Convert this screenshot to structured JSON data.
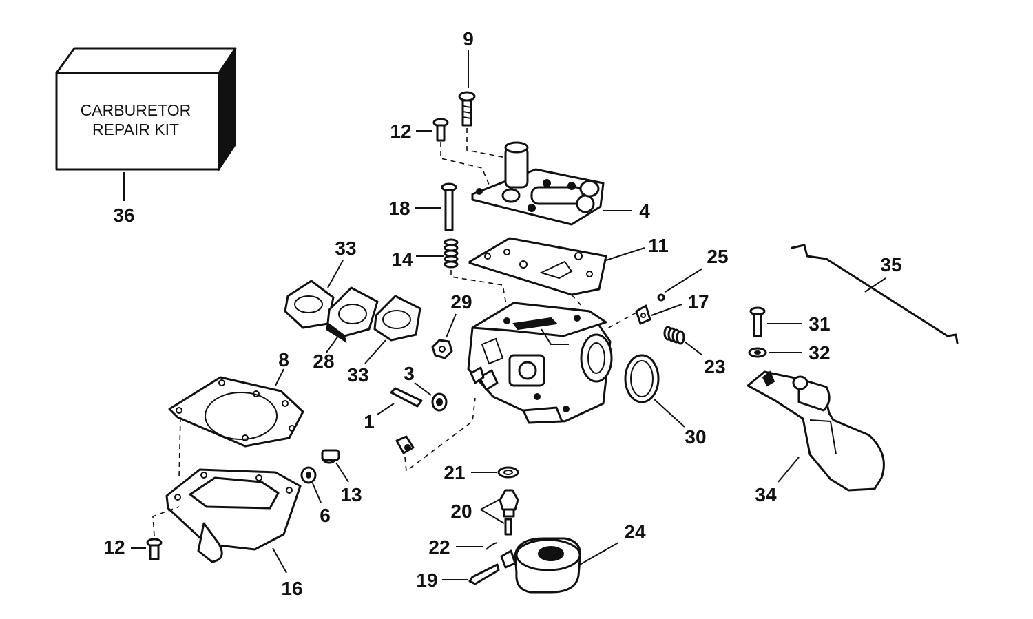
{
  "kit_box": {
    "line1": "CARBURETOR",
    "line2": "REPAIR KIT"
  },
  "callouts": {
    "c1": "1",
    "c3": "3",
    "c4": "4",
    "c6": "6",
    "c8": "8",
    "c9": "9",
    "c11": "11",
    "c12a": "12",
    "c12b": "12",
    "c13": "13",
    "c14": "14",
    "c16": "16",
    "c17": "17",
    "c18": "18",
    "c19": "19",
    "c20": "20",
    "c21": "21",
    "c22": "22",
    "c23": "23",
    "c24": "24",
    "c25": "25",
    "c28": "28",
    "c29": "29",
    "c30": "30",
    "c31": "31",
    "c32": "32",
    "c33a": "33",
    "c33b": "33",
    "c34": "34",
    "c35": "35",
    "c36": "36"
  }
}
